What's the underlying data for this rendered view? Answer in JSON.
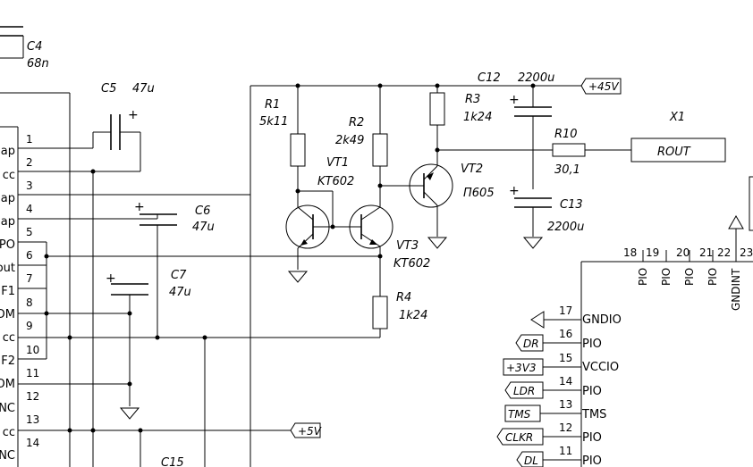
{
  "components": {
    "c4": {
      "ref": "C4",
      "value": "68n"
    },
    "c5": {
      "ref": "C5",
      "value": "47u"
    },
    "c6": {
      "ref": "C6",
      "value": "47u"
    },
    "c7": {
      "ref": "C7",
      "value": "47u"
    },
    "c12": {
      "ref": "C12",
      "value": "2200u"
    },
    "c13": {
      "ref": "C13",
      "value": "2200u"
    },
    "c15": {
      "ref": "C15"
    },
    "r1": {
      "ref": "R1",
      "value": "5k11"
    },
    "r2": {
      "ref": "R2",
      "value": "2k49"
    },
    "r3": {
      "ref": "R3",
      "value": "1k24"
    },
    "r4": {
      "ref": "R4",
      "value": "1k24"
    },
    "r10": {
      "ref": "R10",
      "value": "30,1"
    },
    "vt1": {
      "ref": "VT1",
      "value": "KT602"
    },
    "vt2": {
      "ref": "VT2",
      "value": "П605"
    },
    "vt3": {
      "ref": "VT3",
      "value": "KT602"
    },
    "x1": {
      "ref": "X1",
      "value": "ROUT"
    }
  },
  "power": {
    "p45": "+45V",
    "p5": "+5V"
  },
  "left_ic": {
    "pins": [
      {
        "num": "1",
        "name": "ap"
      },
      {
        "num": "2",
        "name": "cc"
      },
      {
        "num": "3",
        "name": "ap"
      },
      {
        "num": "4",
        "name": "ap"
      },
      {
        "num": "5",
        "name": "PO"
      },
      {
        "num": "6",
        "name": "out"
      },
      {
        "num": "7",
        "name": "F1"
      },
      {
        "num": "8",
        "name": "OM"
      },
      {
        "num": "9",
        "name": "cc"
      },
      {
        "num": "10",
        "name": "F2"
      },
      {
        "num": "11",
        "name": "OM"
      },
      {
        "num": "12",
        "name": "NC"
      },
      {
        "num": "13",
        "name": "cc"
      },
      {
        "num": "14",
        "name": "NC"
      }
    ]
  },
  "right_ic": {
    "top_pins": [
      {
        "num": "18",
        "name": "PIO"
      },
      {
        "num": "19",
        "name": "PIO"
      },
      {
        "num": "20",
        "name": "PIO"
      },
      {
        "num": "21",
        "name": "PIO"
      },
      {
        "num": "22",
        "name": "GNDINT"
      },
      {
        "num": "23",
        "name": ""
      }
    ],
    "left_pins": [
      {
        "num": "17",
        "name": "GNDIO",
        "net": ""
      },
      {
        "num": "16",
        "name": "PIO",
        "net": "DR"
      },
      {
        "num": "15",
        "name": "VCCIO",
        "net": "+3V3"
      },
      {
        "num": "14",
        "name": "PIO",
        "net": "LDR"
      },
      {
        "num": "13",
        "name": "TMS",
        "net": "TMS"
      },
      {
        "num": "12",
        "name": "PIO",
        "net": "CLKR"
      },
      {
        "num": "11",
        "name": "PIO",
        "net": "DL"
      }
    ]
  }
}
